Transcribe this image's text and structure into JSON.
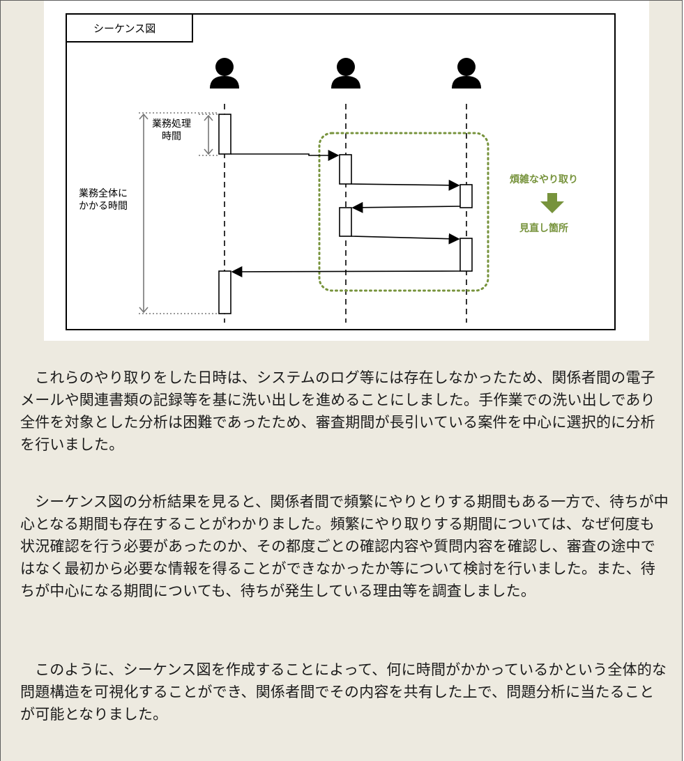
{
  "diagram": {
    "frame_title": "シーケンス図",
    "business_processing_time": "業務処理\n時間",
    "total_time": "業務全体に\nかかる時間",
    "frequent_exchange": "煩雑なやり取り",
    "review_point": "見直し箇所",
    "accent_color": "#77933c"
  },
  "paragraphs": [
    "これらのやり取りをした日時は、システムのログ等には存在しなかったため、関係者間の電子メールや関連書類の記録等を基に洗い出しを進めることにしました。手作業での洗い出しであり全件を対象とした分析は困難であったため、審査期間が長引いている案件を中心に選択的に分析を行いました。",
    "シーケンス図の分析結果を見ると、関係者間で頻繁にやりとりする期間もある一方で、待ちが中心となる期間も存在することがわかりました。頻繁にやり取りする期間については、なぜ何度も状況確認を行う必要があったのか、その都度ごとの確認内容や質問内容を確認し、審査の途中ではなく最初から必要な情報を得ることができなかったか等について検討を行いました。また、待ちが中心になる期間についても、待ちが発生している理由等を調査しました。",
    "このように、シーケンス図を作成することによって、何に時間がかかっているかという全体的な問題構造を可視化することができ、関係者間でその内容を共有した上で、問題分析に当たることが可能となりました。"
  ]
}
